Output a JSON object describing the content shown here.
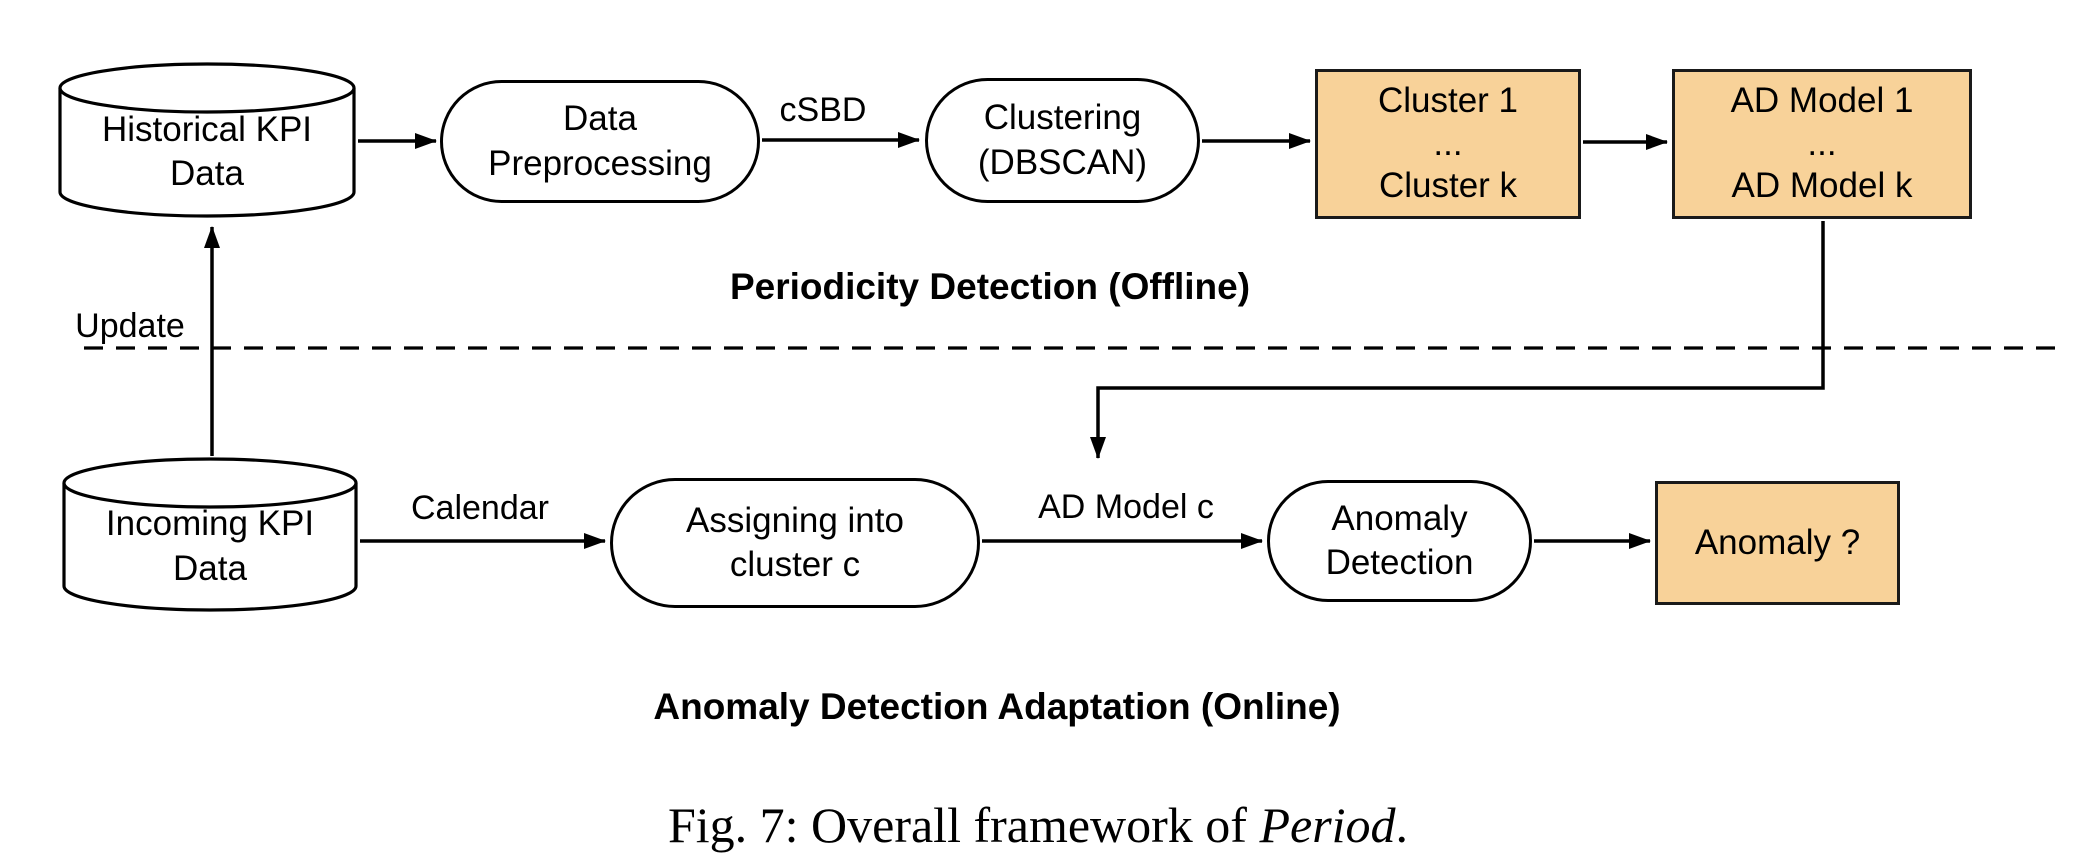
{
  "figure": {
    "caption": {
      "prefix": "Fig. 7: Overall framework of ",
      "emphasis": "Period",
      "suffix": "."
    }
  },
  "sections": {
    "offline": {
      "label": "Periodicity Detection (Offline)"
    },
    "online": {
      "label": "Anomaly Detection Adaptation (Online)"
    }
  },
  "nodes": {
    "historical_kpi": {
      "shape": "cylinder",
      "label": "Historical KPI\nData"
    },
    "data_preprocessing": {
      "shape": "stadium",
      "label": "Data\nPreprocessing"
    },
    "clustering": {
      "shape": "stadium",
      "label": "Clustering\n(DBSCAN)"
    },
    "clusters": {
      "shape": "rect",
      "label": "Cluster 1\n...\nCluster k",
      "fill": "#F8D299"
    },
    "ad_models": {
      "shape": "rect",
      "label": "AD Model 1\n...\nAD Model k",
      "fill": "#F8D299"
    },
    "incoming_kpi": {
      "shape": "cylinder",
      "label": "Incoming KPI\nData"
    },
    "assigning": {
      "shape": "stadium",
      "label": "Assigning into\ncluster c"
    },
    "anomaly_detection": {
      "shape": "stadium",
      "label": "Anomaly\nDetection"
    },
    "anomaly_result": {
      "shape": "rect",
      "label": "Anomaly ?",
      "fill": "#F8D299"
    }
  },
  "edge_labels": {
    "csbd": "cSBD",
    "update": "Update",
    "calendar": "Calendar",
    "ad_model_c": "AD Model c"
  },
  "colors": {
    "highlight_fill": "#F8D299",
    "stroke": "#000000",
    "background": "#FFFFFF"
  }
}
